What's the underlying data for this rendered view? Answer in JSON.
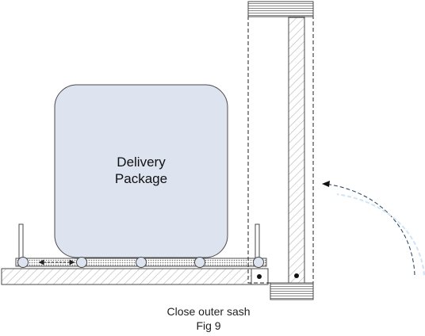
{
  "package": {
    "line1": "Delivery",
    "line2": "Package"
  },
  "caption": {
    "line1": "Close outer sash",
    "line2": "Fig 9"
  },
  "colors": {
    "package_fill": "#dde4ef",
    "outline": "#4a4a4a",
    "hatch": "#b5b5b5",
    "arrow_dashed": "#1f3b5c",
    "arrow_fade": "#cfe4f5"
  }
}
